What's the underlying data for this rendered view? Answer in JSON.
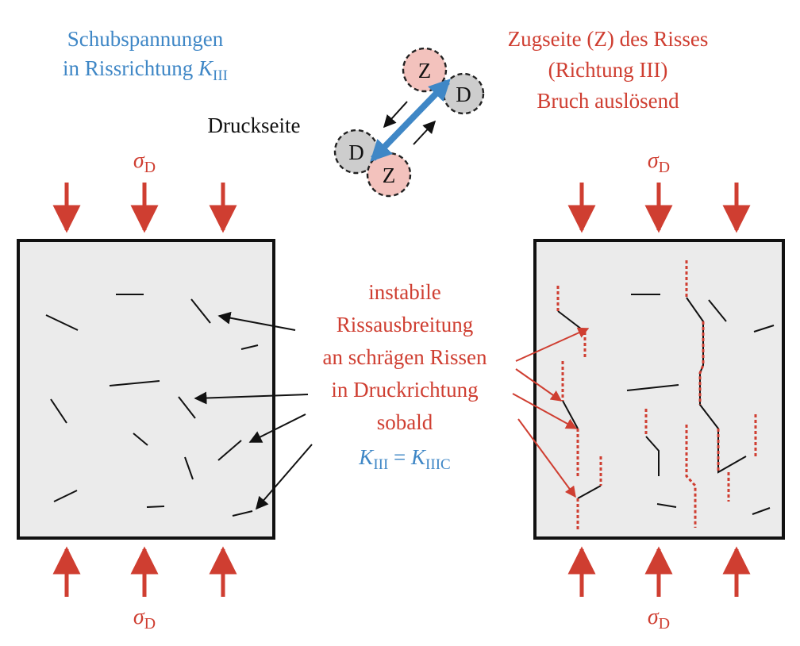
{
  "colors": {
    "blue": "#3f87c6",
    "red": "#cf3e31",
    "black": "#111111",
    "panel_fill": "#ebebeb",
    "z_fill": "#f3c2bd",
    "d_fill": "#cdcdcd"
  },
  "top_left": {
    "line1": "Schubspannungen",
    "line2_prefix": "in Rissrichtung ",
    "K_symbol": "K",
    "K_sub": "III"
  },
  "top_right": {
    "line1": "Zugseite (Z) des Risses",
    "line2": "(Richtung III)",
    "line3": "Bruch auslösend"
  },
  "druckseite_label": "Druckseite",
  "node_labels": {
    "z": "Z",
    "d": "D"
  },
  "sigma": {
    "symbol": "σ",
    "sub": "D"
  },
  "center": {
    "line1": "instabile",
    "line2": "Rissausbreitung",
    "line3": "an schrägen Rissen",
    "line4": "in Druckrichtung",
    "line5": "sobald",
    "eq_K": "K",
    "eq_sub1": "III",
    "eq_equals": " = ",
    "eq_sub2": "IIIC"
  }
}
